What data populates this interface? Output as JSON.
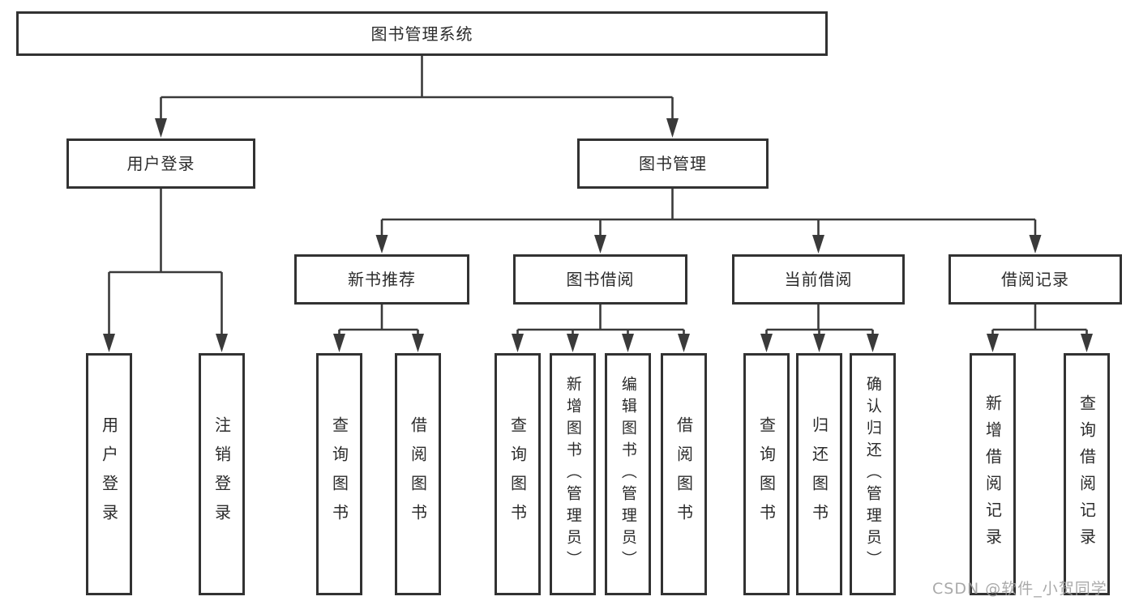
{
  "colors": {
    "line": "#3a3a3a",
    "box_border": "#323232",
    "box_bg": "#ffffff",
    "text": "#2b2b2b",
    "watermark": "#9e9e9e"
  },
  "nodes": {
    "root": "图书管理系统",
    "user_login": "用户登录",
    "book_mgmt": "图书管理",
    "new_book_rec": "新书推荐",
    "book_borrow": "图书借阅",
    "current_borrow": "当前借阅",
    "borrow_record": "借阅记录",
    "leaf_user_login": "用户登录",
    "leaf_logout": "注销登录",
    "rec_query_book": "查询图书",
    "rec_borrow_book": "借阅图书",
    "bb_query_book": "查询图书",
    "bb_add_book_admin": "新增图书（管理员）",
    "bb_edit_book_admin": "编辑图书（管理员）",
    "bb_borrow_book": "借阅图书",
    "cb_query_book": "查询图书",
    "cb_return_book": "归还图书",
    "cb_confirm_return_admin": "确认归还（管理员）",
    "br_add_record": "新增借阅记录",
    "br_query_record": "查询借阅记录"
  },
  "watermark": {
    "text": "CSDN @软件_小贺同学"
  }
}
